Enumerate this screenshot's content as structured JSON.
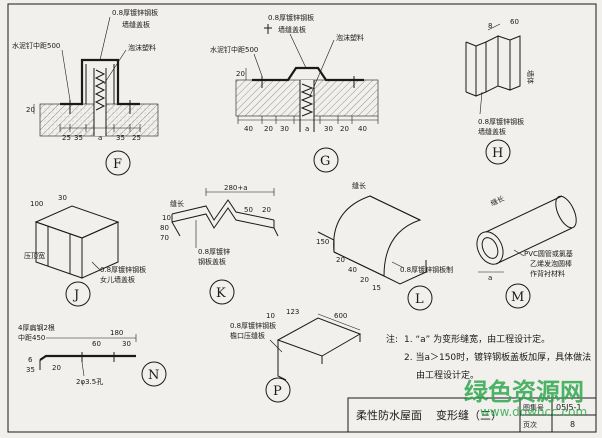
{
  "labels": {
    "sheet_steel": "0.8厚镀锌钢板",
    "seam_cover": "墙缝盖板",
    "nail_500": "水泥钉中距500",
    "foam": "泡沫塑料",
    "circle_h": "H",
    "h_note_1": "0.8厚镀锌钢板",
    "h_note_2": "墙缝盖板",
    "j_dim_100": "100",
    "j_dim_30": "30",
    "j_press": "压顶宽",
    "j_note_1": "0.8厚镀锌钢板",
    "j_note_2": "女儿墙盖板",
    "k_dim": "280+a",
    "k_seam": "缝长",
    "k_d10": "10",
    "k_d80": "80",
    "k_d50": "50",
    "k_d20": "20",
    "k_note_1": "0.8厚镀锌",
    "k_note_2": "钢板盖板",
    "l_seam": "缝长",
    "l_note": "0.8厚镀锌钢板制",
    "m_seam": "缝长",
    "m_note_1": "PVC圆管或氯基",
    "m_note_2": "乙烯发泡圆棒",
    "m_note_3": "作背衬材料",
    "n_rivet_1": "4厚扁钢2根",
    "n_rivet_2": "中距450",
    "n_note": "2φ3.5孔",
    "p_note_1": "0.8厚镀锌钢板",
    "p_note_2": "檐口压缝板",
    "wall_mark": "墙体",
    "watermark_cn": "绿色资源网",
    "watermark_en": "www.downcc.com"
  },
  "dims": {
    "f": [
      "25",
      "35",
      "a",
      "35",
      "25"
    ],
    "f_side": "20",
    "g": [
      "40",
      "20",
      "30",
      "a",
      "30",
      "20",
      "40"
    ],
    "g_side": "20",
    "h": [
      "8",
      "60"
    ],
    "n": [
      "180",
      "60",
      "30",
      "35",
      "20",
      "6"
    ],
    "p": [
      "600",
      "123",
      "10"
    ],
    "l": [
      "150",
      "20",
      "40",
      "20",
      "15"
    ],
    "k_side": "70"
  },
  "circles": [
    "F",
    "G",
    "H",
    "J",
    "K",
    "L",
    "M",
    "N",
    "P"
  ],
  "notes": {
    "heading": "注:",
    "n1": "1. “a” 为变形缝宽，由工程设计定。",
    "n2": "2. 当a＞150时，镀锌钢板盖板加厚，具体做法",
    "n3": "由工程设计定。"
  },
  "title_block": {
    "title": "柔性防水屋面",
    "subtitle": "变形缝（三）",
    "atlas_label": "图集号",
    "atlas_no": "05J5-1",
    "page_label": "页次",
    "page_no": "8"
  }
}
